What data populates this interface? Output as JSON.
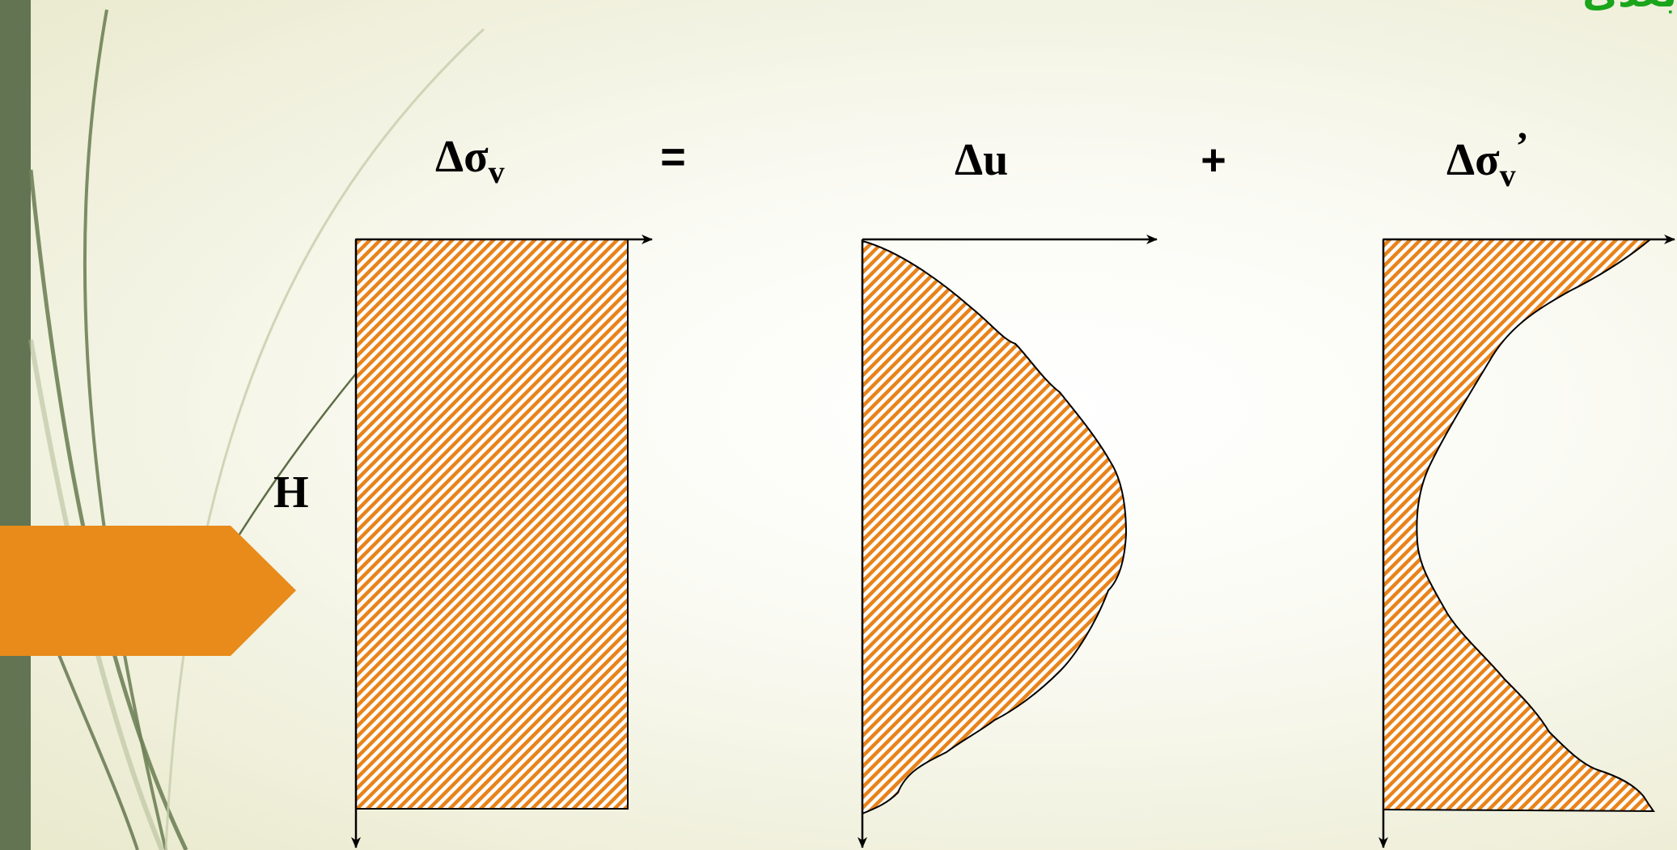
{
  "corner_text": "بعدی",
  "equation": {
    "term_total": {
      "main": "Δσ",
      "sub": "v",
      "suffix": ""
    },
    "equals": "=",
    "term_pore": "Δu",
    "plus": "+",
    "term_effective": {
      "main": "Δσ",
      "sub": "v",
      "suffix": "’"
    }
  },
  "depth_label": "H",
  "colors": {
    "hatch": "#e8831a",
    "sidebar": "#637452",
    "pentagon": "#e88b1a",
    "corner_text": "#1aa51a",
    "background": "#f6f6ea"
  },
  "icons": [
    "arrow-right-icon",
    "arrow-down-icon"
  ]
}
